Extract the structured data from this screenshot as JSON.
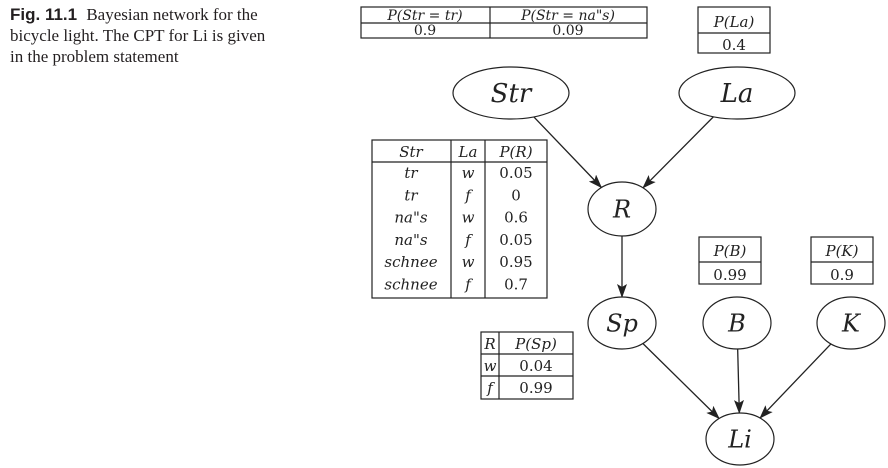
{
  "caption": {
    "label": "Fig. 11.1",
    "text": "Bayesian network for the bicycle light. The CPT for Li is given in the problem statement"
  },
  "nodes": [
    {
      "id": "Str",
      "label": "Str"
    },
    {
      "id": "La",
      "label": "La"
    },
    {
      "id": "R",
      "label": "R"
    },
    {
      "id": "Sp",
      "label": "Sp"
    },
    {
      "id": "B",
      "label": "B"
    },
    {
      "id": "K",
      "label": "K"
    },
    {
      "id": "Li",
      "label": "Li"
    }
  ],
  "edges": [
    {
      "from": "Str",
      "to": "R"
    },
    {
      "from": "La",
      "to": "R"
    },
    {
      "from": "R",
      "to": "Sp"
    },
    {
      "from": "Sp",
      "to": "Li"
    },
    {
      "from": "B",
      "to": "Li"
    },
    {
      "from": "K",
      "to": "Li"
    }
  ],
  "tables": {
    "str_prior": {
      "headers": [
        "P(Str = tr)",
        "P(Str = na\"s)"
      ],
      "values": [
        "0.9",
        "0.09"
      ]
    },
    "la_prior": {
      "header": "P(La)",
      "value": "0.4"
    },
    "r_cpt": {
      "headers": [
        "Str",
        "La",
        "P(R)"
      ],
      "rows": [
        [
          "tr",
          "w",
          "0.05"
        ],
        [
          "tr",
          "f",
          "0"
        ],
        [
          "na\"s",
          "w",
          "0.6"
        ],
        [
          "na\"s",
          "f",
          "0.05"
        ],
        [
          "schnee",
          "w",
          "0.95"
        ],
        [
          "schnee",
          "f",
          "0.7"
        ]
      ]
    },
    "b_prior": {
      "header": "P(B)",
      "value": "0.99"
    },
    "k_prior": {
      "header": "P(K)",
      "value": "0.9"
    },
    "sp_cpt": {
      "headers": [
        "R",
        "P(Sp)"
      ],
      "rows": [
        [
          "w",
          "0.04"
        ],
        [
          "f",
          "0.99"
        ]
      ]
    }
  }
}
